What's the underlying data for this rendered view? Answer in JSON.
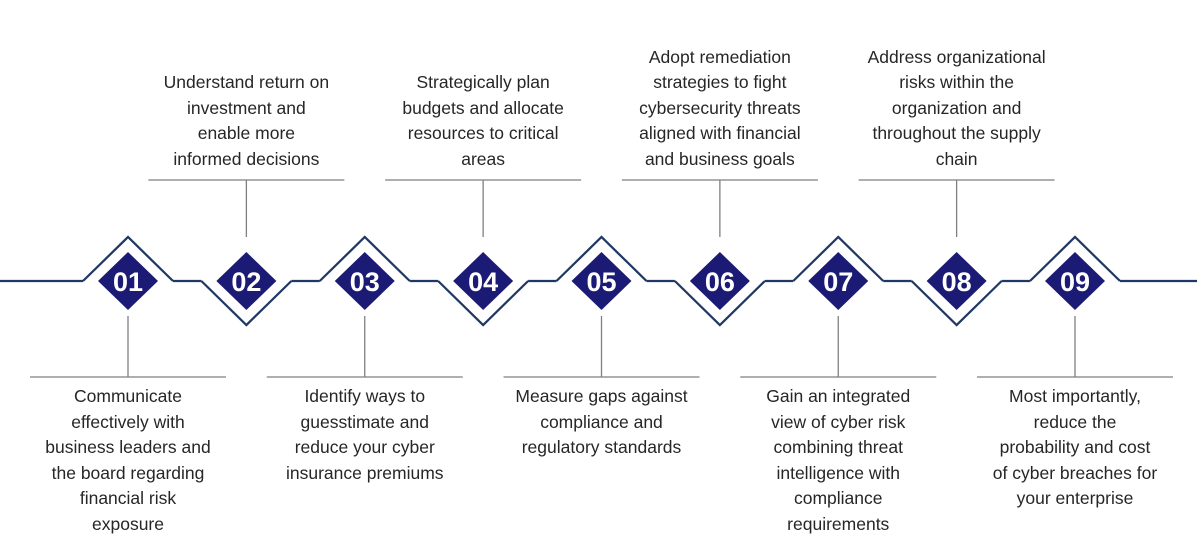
{
  "diagram": {
    "type": "timeline",
    "steps": [
      {
        "number": "01",
        "text_position": "below",
        "text": "Communicate\neffectively with\nbusiness leaders and\nthe board regarding\nfinancial risk\nexposure"
      },
      {
        "number": "02",
        "text_position": "above",
        "text": "Understand return on\ninvestment and\nenable more\ninformed decisions"
      },
      {
        "number": "03",
        "text_position": "below",
        "text": "Identify ways to\nguesstimate and\nreduce your cyber\ninsurance premiums"
      },
      {
        "number": "04",
        "text_position": "above",
        "text": "Strategically plan\nbudgets and allocate\nresources to critical\nareas"
      },
      {
        "number": "05",
        "text_position": "below",
        "text": "Measure gaps against\ncompliance and\nregulatory standards"
      },
      {
        "number": "06",
        "text_position": "above",
        "text": "Adopt remediation\nstrategies to fight\ncybersecurity threats\naligned with financial\nand business goals"
      },
      {
        "number": "07",
        "text_position": "below",
        "text": "Gain an integrated\nview of cyber risk\ncombining threat\nintelligence with\ncompliance\nrequirements"
      },
      {
        "number": "08",
        "text_position": "above",
        "text": "Address organizational\nrisks within the\norganization and\nthroughout the supply\nchain"
      },
      {
        "number": "09",
        "text_position": "below",
        "text": "Most importantly,\nreduce the\nprobability and cost\nof cyber breaches for\nyour enterprise"
      }
    ],
    "colors": {
      "diamond_fill": "#1B1B75",
      "outline_line": "#1F3864",
      "connector_gray": "#7F7F7F",
      "body_text": "#262626",
      "number_text": "#FFFFFF",
      "background": "#FFFFFF"
    }
  }
}
